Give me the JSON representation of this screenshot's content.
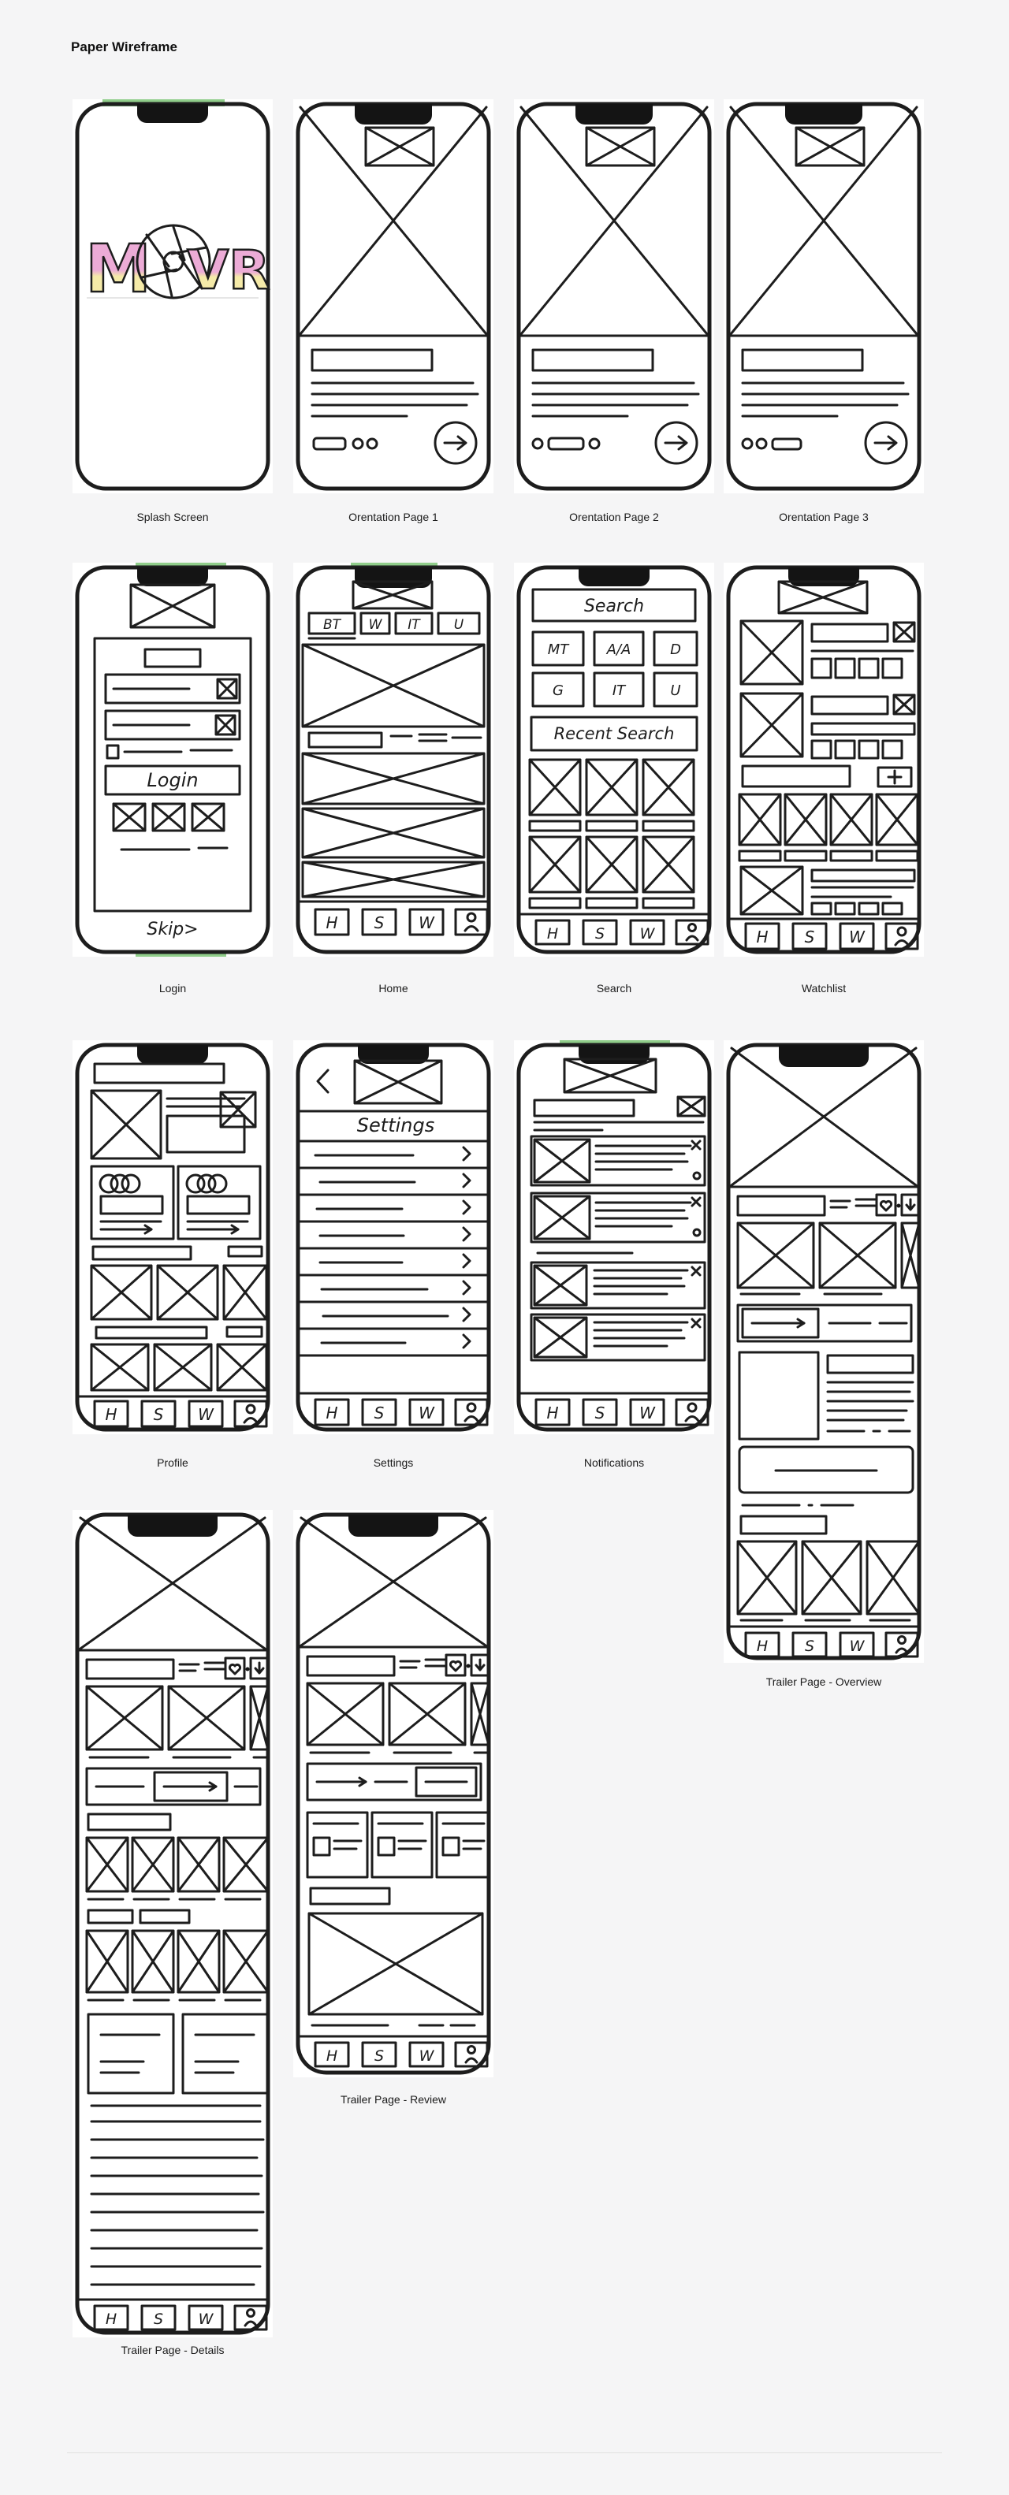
{
  "page": {
    "title": "Paper Wireframe"
  },
  "wireframes": {
    "splash": {
      "caption": "Splash Screen",
      "logo_left": "M",
      "logo_right": "VR"
    },
    "orientation1": {
      "caption": "Orentation Page 1"
    },
    "orientation2": {
      "caption": "Orentation Page 2"
    },
    "orientation3": {
      "caption": "Orentation Page 3"
    },
    "login": {
      "caption": "Login",
      "button": "Login",
      "skip": "Skip>"
    },
    "home": {
      "caption": "Home",
      "tabs": [
        "BT",
        "W",
        "IT",
        "U"
      ]
    },
    "search": {
      "caption": "Search",
      "bar": "Search",
      "recent": "Recent Search",
      "chips": [
        "MT",
        "A/A",
        "D",
        "G",
        "IT",
        "U"
      ]
    },
    "watchlist": {
      "caption": "Watchlist"
    },
    "profile": {
      "caption": "Profile"
    },
    "settings": {
      "caption": "Settings",
      "title": "Settings"
    },
    "notifications": {
      "caption": "Notifications"
    },
    "trailer_overview": {
      "caption": "Trailer Page - Overview"
    },
    "trailer_review": {
      "caption": "Trailer Page - Review"
    },
    "trailer_details": {
      "caption": "Trailer Page - Details"
    }
  },
  "bottom_nav": {
    "home": "H",
    "search": "S",
    "watchlist": "W",
    "profile": "person-icon"
  },
  "colors": {
    "highlight_yellow": "#f5ecab",
    "tape_green": "#7cc475",
    "logo_pink": "#ecabd6",
    "logo_yellow": "#f5eaa8",
    "button_tan": "#e9c98c"
  }
}
